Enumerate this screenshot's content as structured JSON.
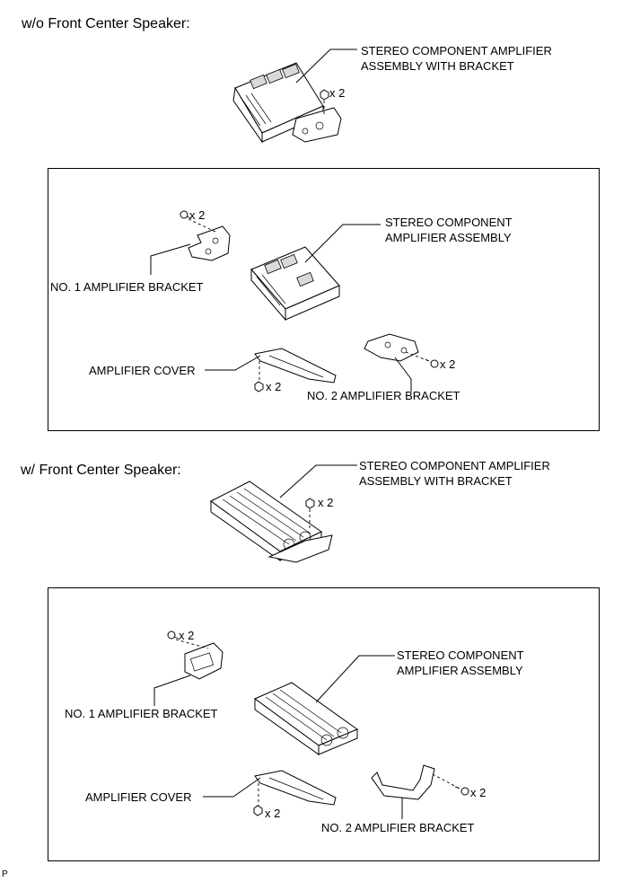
{
  "section_wo": {
    "heading": "w/o Front Center Speaker:",
    "assembly_label_line1": "STEREO COMPONENT AMPLIFIER",
    "assembly_label_line2": "ASSEMBLY WITH BRACKET",
    "assembly_nut_qty": "x 2",
    "exploded": {
      "bracket1_screw_qty": "x 2",
      "bracket1_label": "NO. 1 AMPLIFIER BRACKET",
      "amp_label_line1": "STEREO COMPONENT",
      "amp_label_line2": "AMPLIFIER ASSEMBLY",
      "cover_label": "AMPLIFIER COVER",
      "cover_nut_qty": "x 2",
      "bracket2_screw_qty": "x 2",
      "bracket2_label": "NO. 2 AMPLIFIER BRACKET"
    }
  },
  "section_w": {
    "heading": "w/ Front Center Speaker:",
    "assembly_label_line1": "STEREO COMPONENT AMPLIFIER",
    "assembly_label_line2": "ASSEMBLY WITH BRACKET",
    "assembly_nut_qty": "x 2",
    "exploded": {
      "bracket1_screw_qty": "x 2",
      "bracket1_label": "NO. 1 AMPLIFIER BRACKET",
      "amp_label_line1": "STEREO COMPONENT",
      "amp_label_line2": "AMPLIFIER ASSEMBLY",
      "cover_label": "AMPLIFIER COVER",
      "cover_nut_qty": "x 2",
      "bracket2_screw_qty": "x 2",
      "bracket2_label": "NO. 2 AMPLIFIER BRACKET"
    }
  },
  "footer_code": "P"
}
